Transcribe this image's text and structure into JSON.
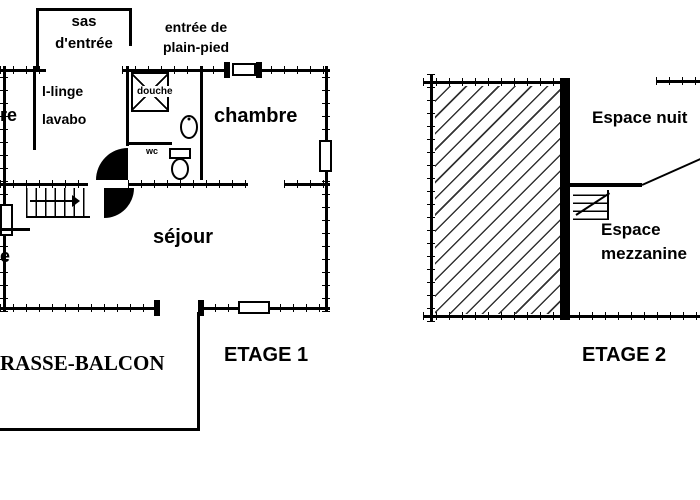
{
  "colors": {
    "line": "#000000",
    "hatch": "#333333",
    "background": "#ffffff"
  },
  "floor1": {
    "etage_label": "ETAGE 1",
    "sas_line1": "sas",
    "sas_line2": "d'entrée",
    "entree_line1": "entrée de",
    "entree_line2": "plain-pied",
    "llinge": "l-linge",
    "lavabo": "lavabo",
    "douche": "douche",
    "chambre": "chambre",
    "wc": "wc",
    "sejour": "séjour",
    "terrasse_label": "RASSE-BALCON",
    "partial_left_top": "re",
    "partial_left_bottom": "e"
  },
  "floor2": {
    "etage_label": "ETAGE 2",
    "espace_nuit": "Espace nuit",
    "mezzanine_line1": "Espace",
    "mezzanine_line2": "mezzanine"
  }
}
